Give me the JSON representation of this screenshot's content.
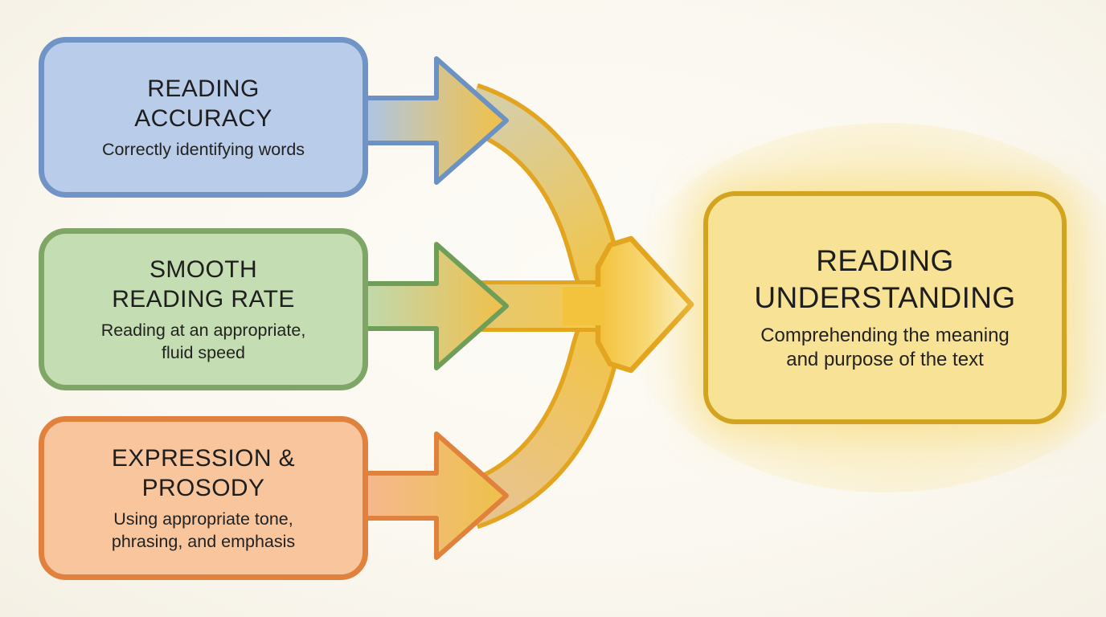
{
  "diagram": {
    "type": "converging-flow",
    "description_semantics": "three reading-fluency components merge into one outcome",
    "source_boxes": [
      {
        "id": "reading-accuracy",
        "title": "READING ACCURACY",
        "title_lines": [
          "READING",
          "ACCURACY"
        ],
        "subtitle": "Correctly identifying words",
        "subtitle_lines": [
          "Correctly identifying words"
        ],
        "fill": "#b9cce9",
        "border": "#6f94c5"
      },
      {
        "id": "smooth-reading-rate",
        "title": "SMOOTH READING RATE",
        "title_lines": [
          "SMOOTH",
          "READING RATE"
        ],
        "subtitle": "Reading at an appropriate, fluid speed",
        "subtitle_lines": [
          "Reading at an appropriate,",
          "fluid speed"
        ],
        "fill": "#c5ddb2",
        "border": "#7fa667"
      },
      {
        "id": "expression-prosody",
        "title": "EXPRESSION & PROSODY",
        "title_lines": [
          "EXPRESSION &",
          "PROSODY"
        ],
        "subtitle": "Using appropriate tone, phrasing, and emphasis",
        "subtitle_lines": [
          "Using appropriate tone,",
          "phrasing, and emphasis"
        ],
        "fill": "#f9c59c",
        "border": "#e0823e"
      }
    ],
    "result_box": {
      "id": "reading-understanding",
      "title": "READING UNDERSTANDING",
      "title_lines": [
        "READING",
        "UNDERSTANDING"
      ],
      "subtitle": "Comprehending the meaning and purpose of the text",
      "subtitle_lines": [
        "Comprehending the meaning",
        "and purpose of the text"
      ],
      "fill": "#f8e295",
      "border": "#d2a41f"
    },
    "palette": {
      "background": "#fbf8f1",
      "arrow_gold_fill": "#f2c342",
      "arrow_gold_outline": "#e3a51f",
      "arrow_tip_highlight": "#fdf1c8",
      "glow": "#f9de78",
      "text": "#1e1e1e"
    }
  }
}
